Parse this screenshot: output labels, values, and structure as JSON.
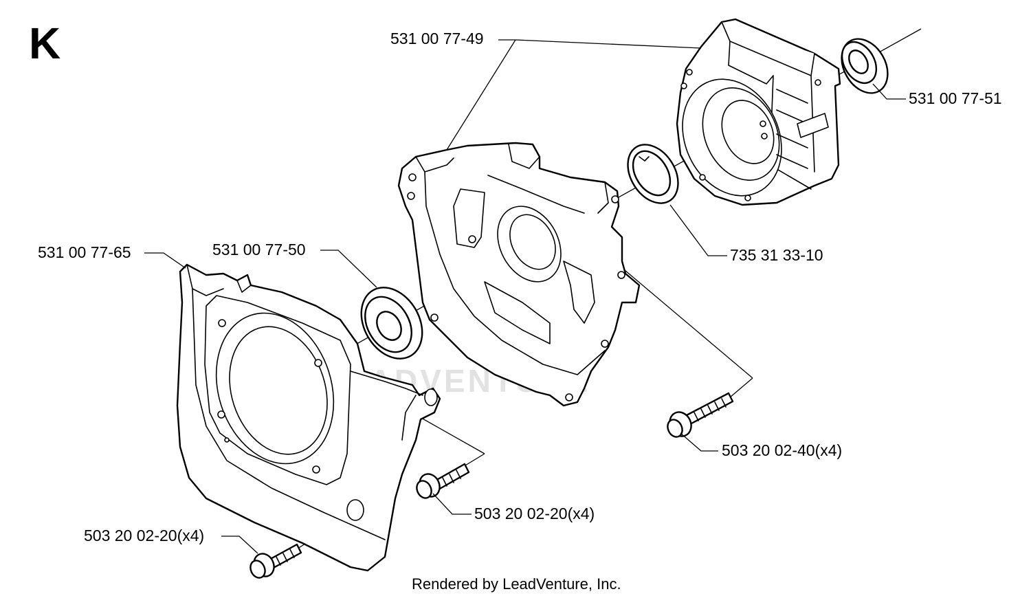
{
  "diagram": {
    "section_letter": "K",
    "watermark": "LEADVENTURE",
    "footer": "Rendered by LeadVenture, Inc.",
    "labels": {
      "p1": "531 00 77-49",
      "p2": "531 00 77-51",
      "p3": "735 31 33-10",
      "p4": "531 00 77-65",
      "p5": "531 00 77-50",
      "p6": "503 20 02-40(x4)",
      "p7": "503 20 02-20(x4)",
      "p8": "503 20 02-20(x4)"
    }
  }
}
